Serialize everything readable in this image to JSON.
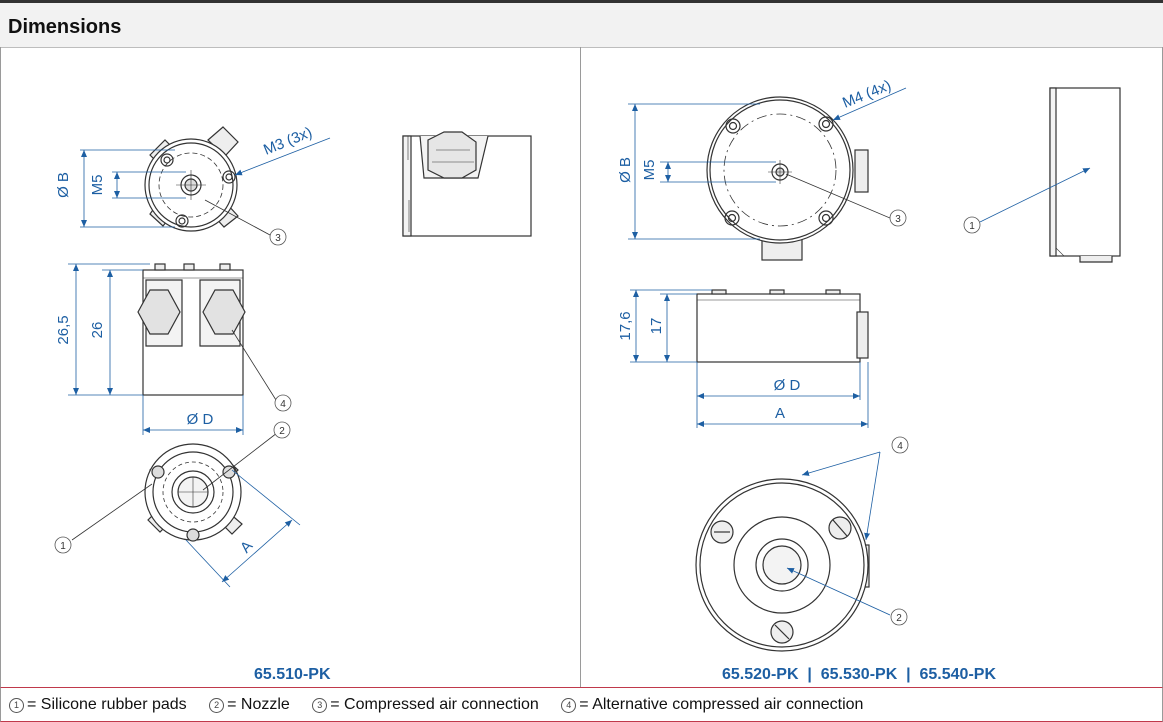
{
  "header": {
    "title": "Dimensions"
  },
  "left": {
    "model": "65.510-PK",
    "dims": {
      "diam_b": "Ø B",
      "m5": "M5",
      "m3": "M3 (3x)",
      "h265": "26,5",
      "h26": "26",
      "diam_d": "Ø D",
      "a": "A"
    }
  },
  "right": {
    "model": "65.520-PK  |  65.530-PK  |  65.540-PK",
    "dims": {
      "diam_b": "Ø B",
      "m5": "M5",
      "m4": "M4 (4x)",
      "h176": "17,6",
      "h17": "17",
      "diam_d": "Ø D",
      "a": "A"
    }
  },
  "callouts": {
    "c1": "1",
    "c2": "2",
    "c3": "3",
    "c4": "4"
  },
  "legend": [
    {
      "marker": "1",
      "text": "= Silicone rubber pads"
    },
    {
      "marker": "2",
      "text": "= Nozzle"
    },
    {
      "marker": "3",
      "text": "= Compressed air connection"
    },
    {
      "marker": "4",
      "text": "= Alternative compressed air connection"
    }
  ]
}
